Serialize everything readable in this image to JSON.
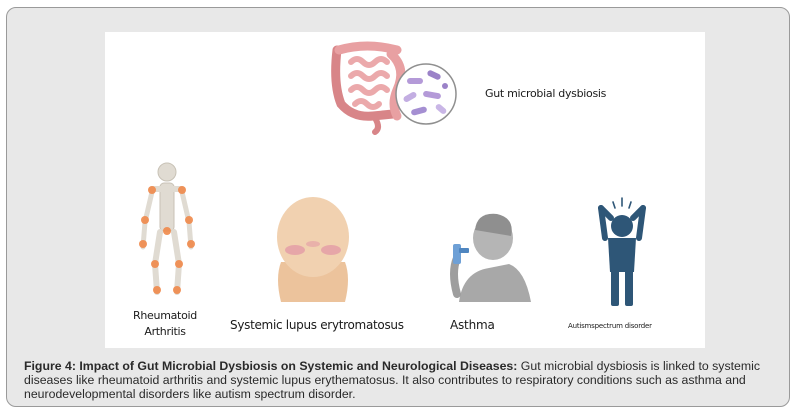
{
  "labels": {
    "gut": "Gut microbial dysbiosis",
    "ra": "Rheumatoid Arthritis",
    "sle": "Systemic lupus erytromatosus",
    "asthma": "Asthma",
    "autism": "Autismspectrum disorder"
  },
  "caption": {
    "title": "Figure 4: Impact of Gut Microbial Dysbiosis on Systemic and Neurological Diseases:",
    "body": "Gut microbial dysbiosis is linked to systemic diseases like rheumatoid arthritis and systemic lupus erythematosus. It also contributes to respiratory conditions such as asthma and neurodevelopmental disorders like autism spectrum disorder."
  },
  "colors": {
    "frame_bg": "#e8e8e8",
    "intestine": "#e8a0a2",
    "bacteria": "#b49ad8",
    "skeleton": "#e0dbd2",
    "inflammation": "#f08a4b",
    "head": "#f1d1b0",
    "rash": "#e49ba6",
    "person_gray": "#9e9e9e",
    "inhaler": "#6ea0d6",
    "autism_figure": "#2e5677"
  }
}
